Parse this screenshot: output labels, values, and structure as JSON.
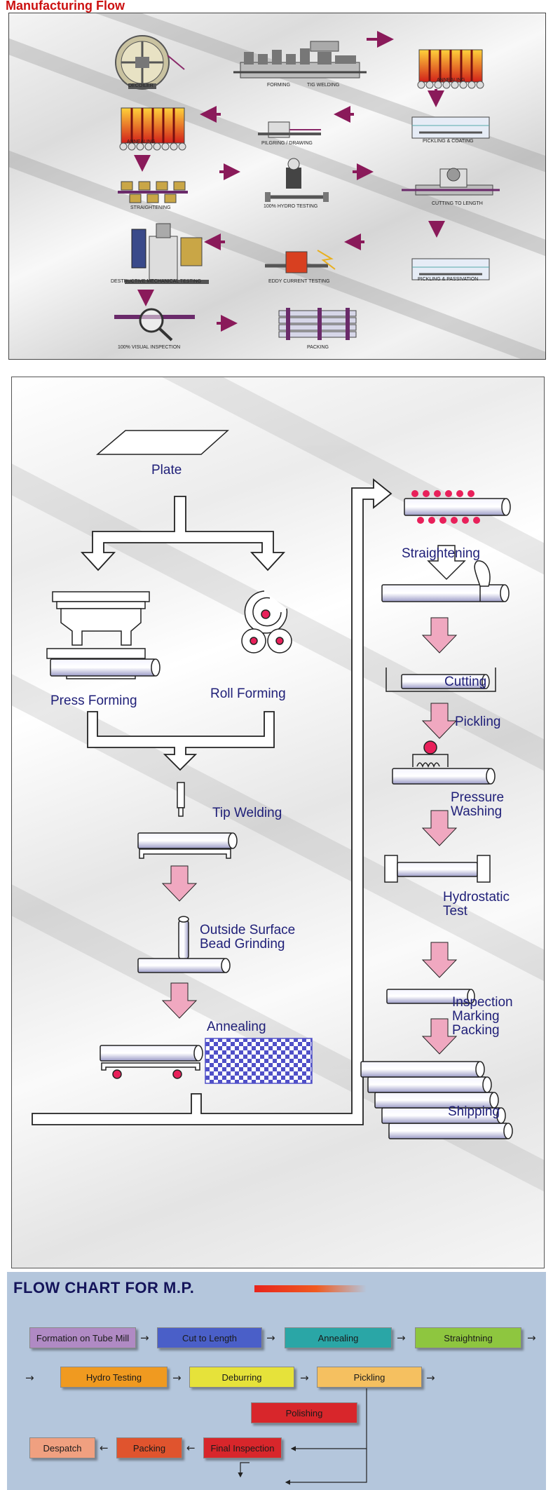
{
  "section1": {
    "title": "Manufacturing Flow",
    "labels": {
      "decoiler": "DECOILER",
      "forming": "FORMING",
      "tig_welding": "TIG WELDING",
      "annealing_1": "ANNEALING",
      "annealing_2": "ANNEALING",
      "pilgering": "PILGRING / DRAWING",
      "pickling_coating": "PICKLING & COATING",
      "straightening": "STRAIGHTENING",
      "hydro": "100% HYDRO TESTING",
      "cutting": "CUTTING TO LENGTH",
      "destructive": "DESTRUCTIVE MECHANICAL TESTING",
      "eddy": "EDDY CURRENT TESTING",
      "pickling_passivation": "PICKLING & PASSIVATION",
      "visual": "100% VISUAL INSPECTION",
      "packing": "PACKING"
    }
  },
  "section2": {
    "plate": "Plate",
    "press_forming": "Press Forming",
    "roll_forming": "Roll Forming",
    "tip_welding": "Tip Welding",
    "bead_1": "Outside Surface",
    "bead_2": "Bead Grinding",
    "annealing": "Annealing",
    "straightening": "Straightening",
    "cutting": "Cutting",
    "pickling": "Pickling",
    "pressure": "Pressure",
    "washing": "Washing",
    "hydro_1": "Hydrostatic",
    "hydro_2": "Test",
    "insp_1": "Inspection",
    "insp_2": "Marking",
    "insp_3": "Packing",
    "shipping": "Shipping"
  },
  "section3": {
    "title": "FLOW CHART FOR M.P.",
    "steps": {
      "formation": "Formation on Tube Mill",
      "cut": "Cut to Length",
      "annealing": "Annealing",
      "straightning": "Straightning",
      "hydro": "Hydro Testing",
      "deburring": "Deburring",
      "pickling": "Pickling",
      "polishing": "Polishing",
      "final": "Final Inspection",
      "packing": "Packing",
      "despatch": "Despatch"
    },
    "colors": {
      "formation": "#b08ac4",
      "cut": "#4a5fc8",
      "annealing": "#2aa6a6",
      "straightning": "#8ec63f",
      "hydro": "#f09a20",
      "deburring": "#e6e23a",
      "pickling": "#f5c060",
      "polishing": "#d8262b",
      "final": "#d8262b",
      "packing": "#e0542e",
      "despatch": "#f0a080"
    }
  },
  "colors": {
    "title_red": "#cc1111",
    "label_navy": "#1f1f78",
    "pink_arrow": "#f0a8c0",
    "maroon_arrow": "#8a1a5a",
    "panel_blue": "#b4c6dc"
  }
}
